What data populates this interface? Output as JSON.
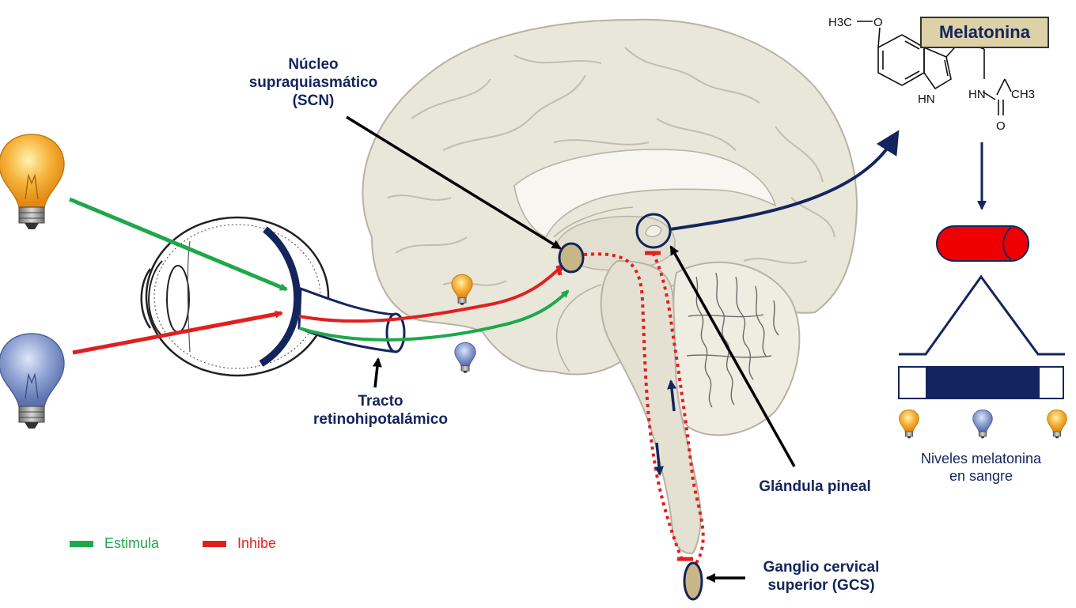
{
  "labels": {
    "scn": [
      "Núcleo",
      "supraquiasmático",
      "(SCN)"
    ],
    "tract": [
      "Tracto",
      "retinohipotalámico"
    ],
    "pineal": "Glándula pineal",
    "gcs": [
      "Ganglio cervical",
      "superior (GCS)"
    ],
    "melatonin_title": "Melatonina",
    "blood_levels": [
      "Niveles melatonina",
      "en sangre"
    ]
  },
  "molecule_atoms": {
    "methyl": "H3C",
    "oxygen_ether": "O",
    "indole_nh": "HN",
    "amide_nh": "HN",
    "methyl2": "CH3",
    "carbonyl_o": "O"
  },
  "legend": [
    {
      "label": "Estimula",
      "color": "#1fa84a"
    },
    {
      "label": "Inhibe",
      "color": "#e02020"
    }
  ],
  "colors": {
    "stimulate": "#1fa84a",
    "inhibit": "#e02020",
    "navy": "#14245c",
    "brain": "#e9e6da",
    "nucleus": "#c9b687",
    "bulb_warm": "#f6b23a",
    "bulb_blue": "#7b8fc4",
    "title_bg": "#dcd1a7"
  },
  "icons": [
    "lightbulb-warm-icon",
    "lightbulb-blue-icon",
    "eye-icon",
    "capsule-icon"
  ]
}
